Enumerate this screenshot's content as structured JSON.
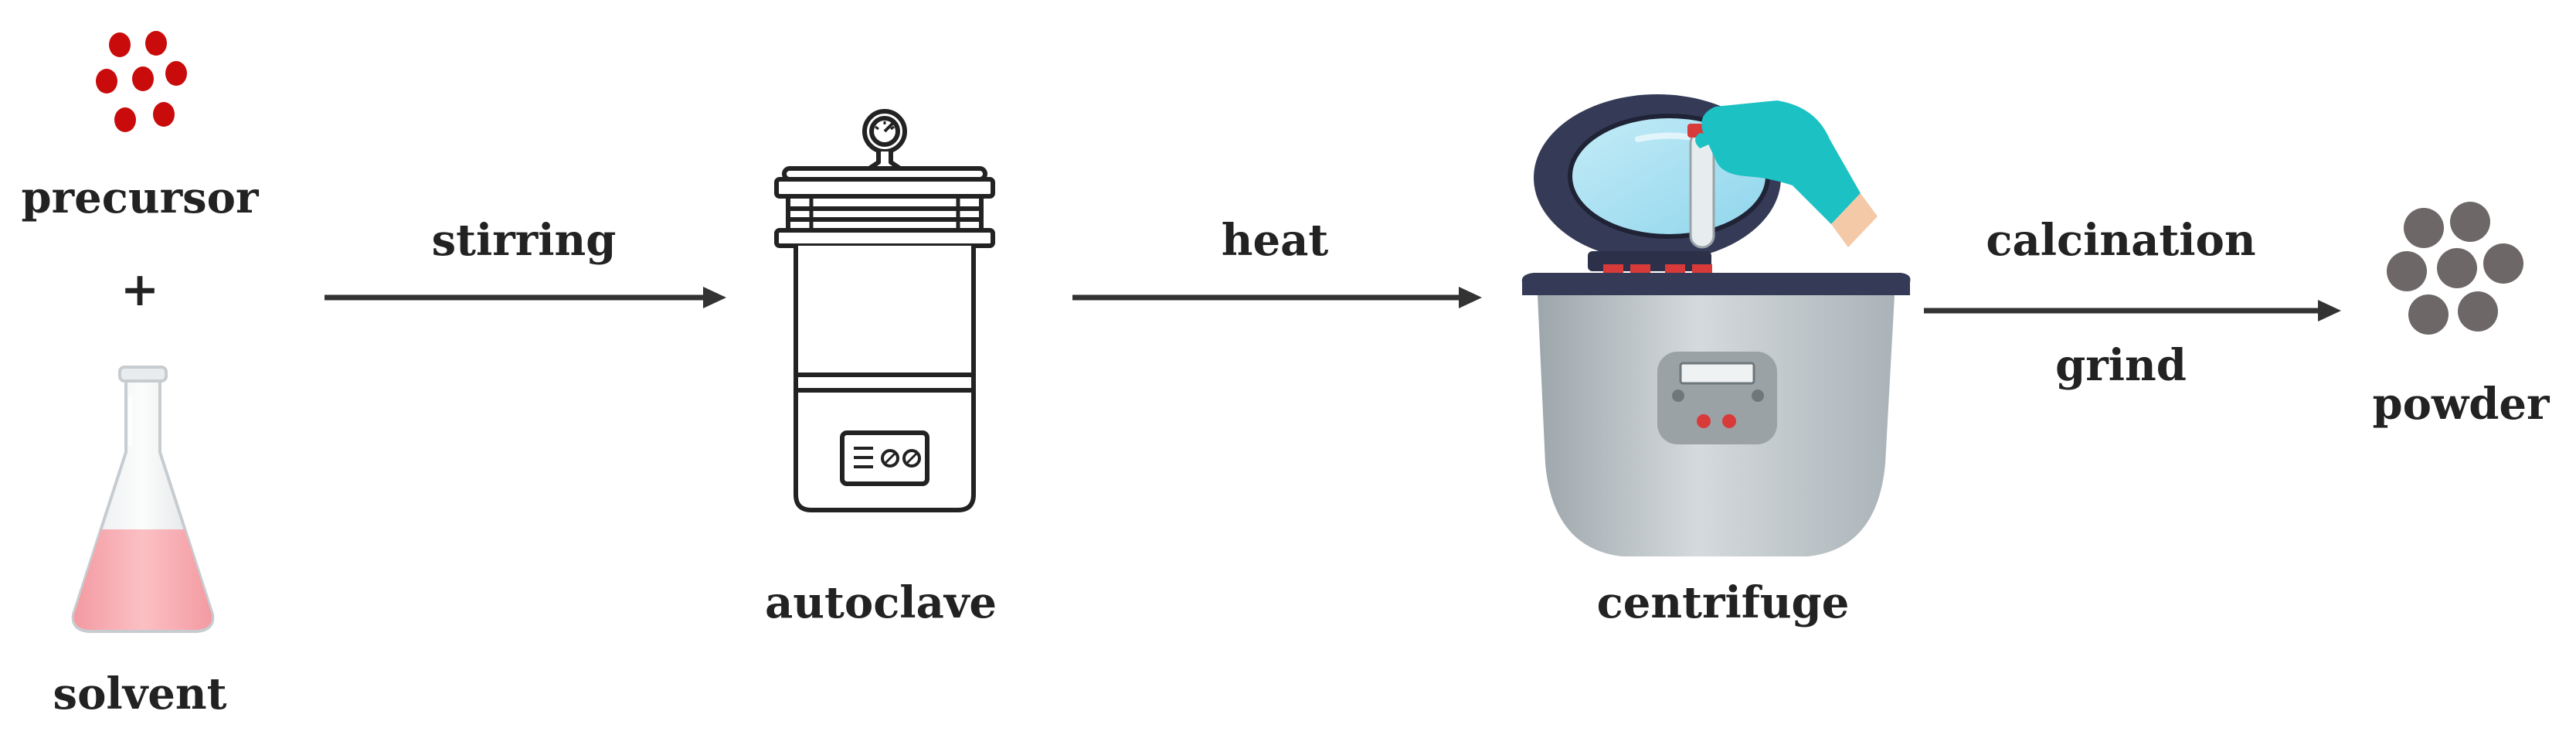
{
  "labels": {
    "precursor": "precursor",
    "plus": "+",
    "solvent": "solvent",
    "stirring": "stirring",
    "autoclave": "autoclave",
    "heat": "heat",
    "centrifuge": "centrifuge",
    "calcination": "calcination",
    "grind": "grind",
    "powder": "powder"
  },
  "colors": {
    "precursor_dots": "#c90b0b",
    "powder_dots": "#6e6767",
    "arrow": "#333333",
    "flask_liquid": "#f7a7ac",
    "glove": "#1cc1c4",
    "centrifuge_lid": "#353b57",
    "centrifuge_body": "#c2c9cc"
  },
  "icons": {
    "precursor": "red-particles-icon",
    "solvent": "erlenmeyer-flask-icon",
    "autoclave": "autoclave-icon",
    "centrifuge": "centrifuge-icon",
    "powder": "gray-particles-icon"
  }
}
